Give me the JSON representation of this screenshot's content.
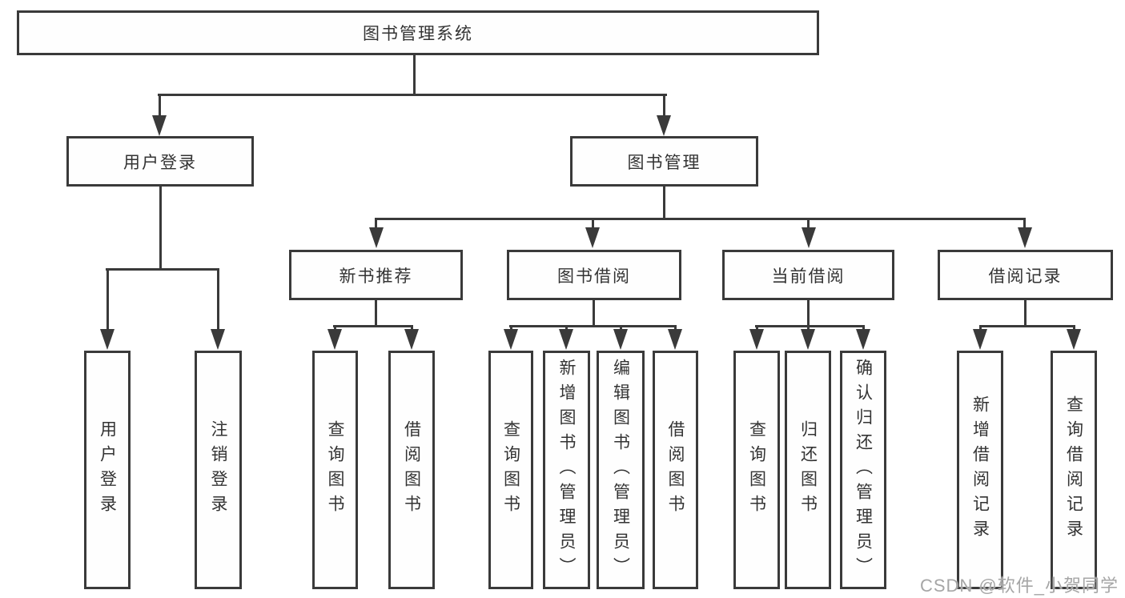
{
  "diagram_title": "图书管理系统",
  "nodes": {
    "root": {
      "label": "图书管理系统"
    },
    "level2": [
      {
        "label": "用户登录",
        "parent": "图书管理系统"
      },
      {
        "label": "图书管理",
        "parent": "图书管理系统"
      }
    ],
    "level3": [
      {
        "label": "新书推荐",
        "parent": "图书管理"
      },
      {
        "label": "图书借阅",
        "parent": "图书管理"
      },
      {
        "label": "当前借阅",
        "parent": "图书管理"
      },
      {
        "label": "借阅记录",
        "parent": "图书管理"
      }
    ],
    "leaves": [
      {
        "label": "用户登录",
        "parent": "用户登录"
      },
      {
        "label": "注销登录",
        "parent": "用户登录"
      },
      {
        "label": "查询图书",
        "parent": "新书推荐"
      },
      {
        "label": "借阅图书",
        "parent": "新书推荐"
      },
      {
        "label": "查询图书",
        "parent": "图书借阅"
      },
      {
        "label": "新增图书（管理员）",
        "parent": "图书借阅"
      },
      {
        "label": "编辑图书（管理员）",
        "parent": "图书借阅"
      },
      {
        "label": "借阅图书",
        "parent": "图书借阅"
      },
      {
        "label": "查询图书",
        "parent": "当前借阅"
      },
      {
        "label": "归还图书",
        "parent": "当前借阅"
      },
      {
        "label": "确认归还（管理员）",
        "parent": "当前借阅"
      },
      {
        "label": "新增借阅记录",
        "parent": "借阅记录"
      },
      {
        "label": "查询借阅记录",
        "parent": "借阅记录"
      }
    ]
  },
  "watermark": {
    "text": "CSDN @软件_小贺同学",
    "color": "#a6a6a6"
  },
  "colors": {
    "line": "#3a3a3a",
    "text": "#333333",
    "background": "#ffffff"
  }
}
